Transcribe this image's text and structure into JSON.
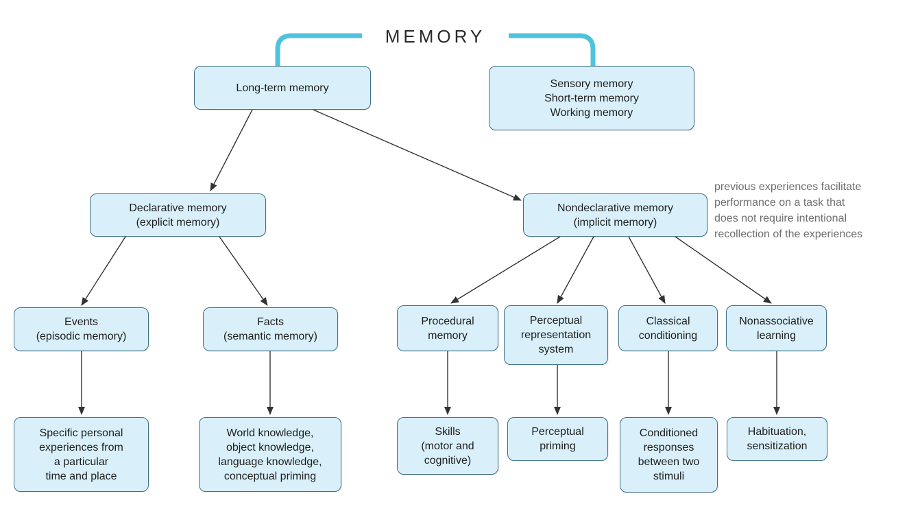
{
  "title": "MEMORY",
  "colors": {
    "bracket": "#4fc3de",
    "box_fill": "#d9f0fa",
    "box_border": "#3f6f83",
    "arrow": "#333333",
    "note_text": "#6f6f6f"
  },
  "nodes": {
    "long_term": "Long-term memory",
    "short_term_group": "Sensory memory\nShort-term memory\nWorking memory",
    "declarative": "Declarative memory\n(explicit memory)",
    "nondeclarative": "Nondeclarative memory\n(implicit memory)",
    "events": "Events\n(episodic memory)",
    "facts": "Facts\n(semantic memory)",
    "procedural": "Procedural\nmemory",
    "perceptual_system": "Perceptual\nrepresentation\nsystem",
    "classical": "Classical\nconditioning",
    "nonassociative": "Nonassociative\nlearning",
    "episodic_examples": "Specific personal\nexperiences from\na particular\ntime and place",
    "semantic_examples": "World knowledge,\nobject knowledge,\nlanguage knowledge,\nconceptual priming",
    "skills": "Skills\n(motor and\ncognitive)",
    "perceptual_priming": "Perceptual\npriming",
    "conditioned_responses": "Conditioned\nresponses\nbetween two\nstimuli",
    "habituation": "Habituation,\nsensitization"
  },
  "annotation": "previous experiences facilitate\nperformance on a task that\ndoes not require intentional\nrecollection of the experiences"
}
